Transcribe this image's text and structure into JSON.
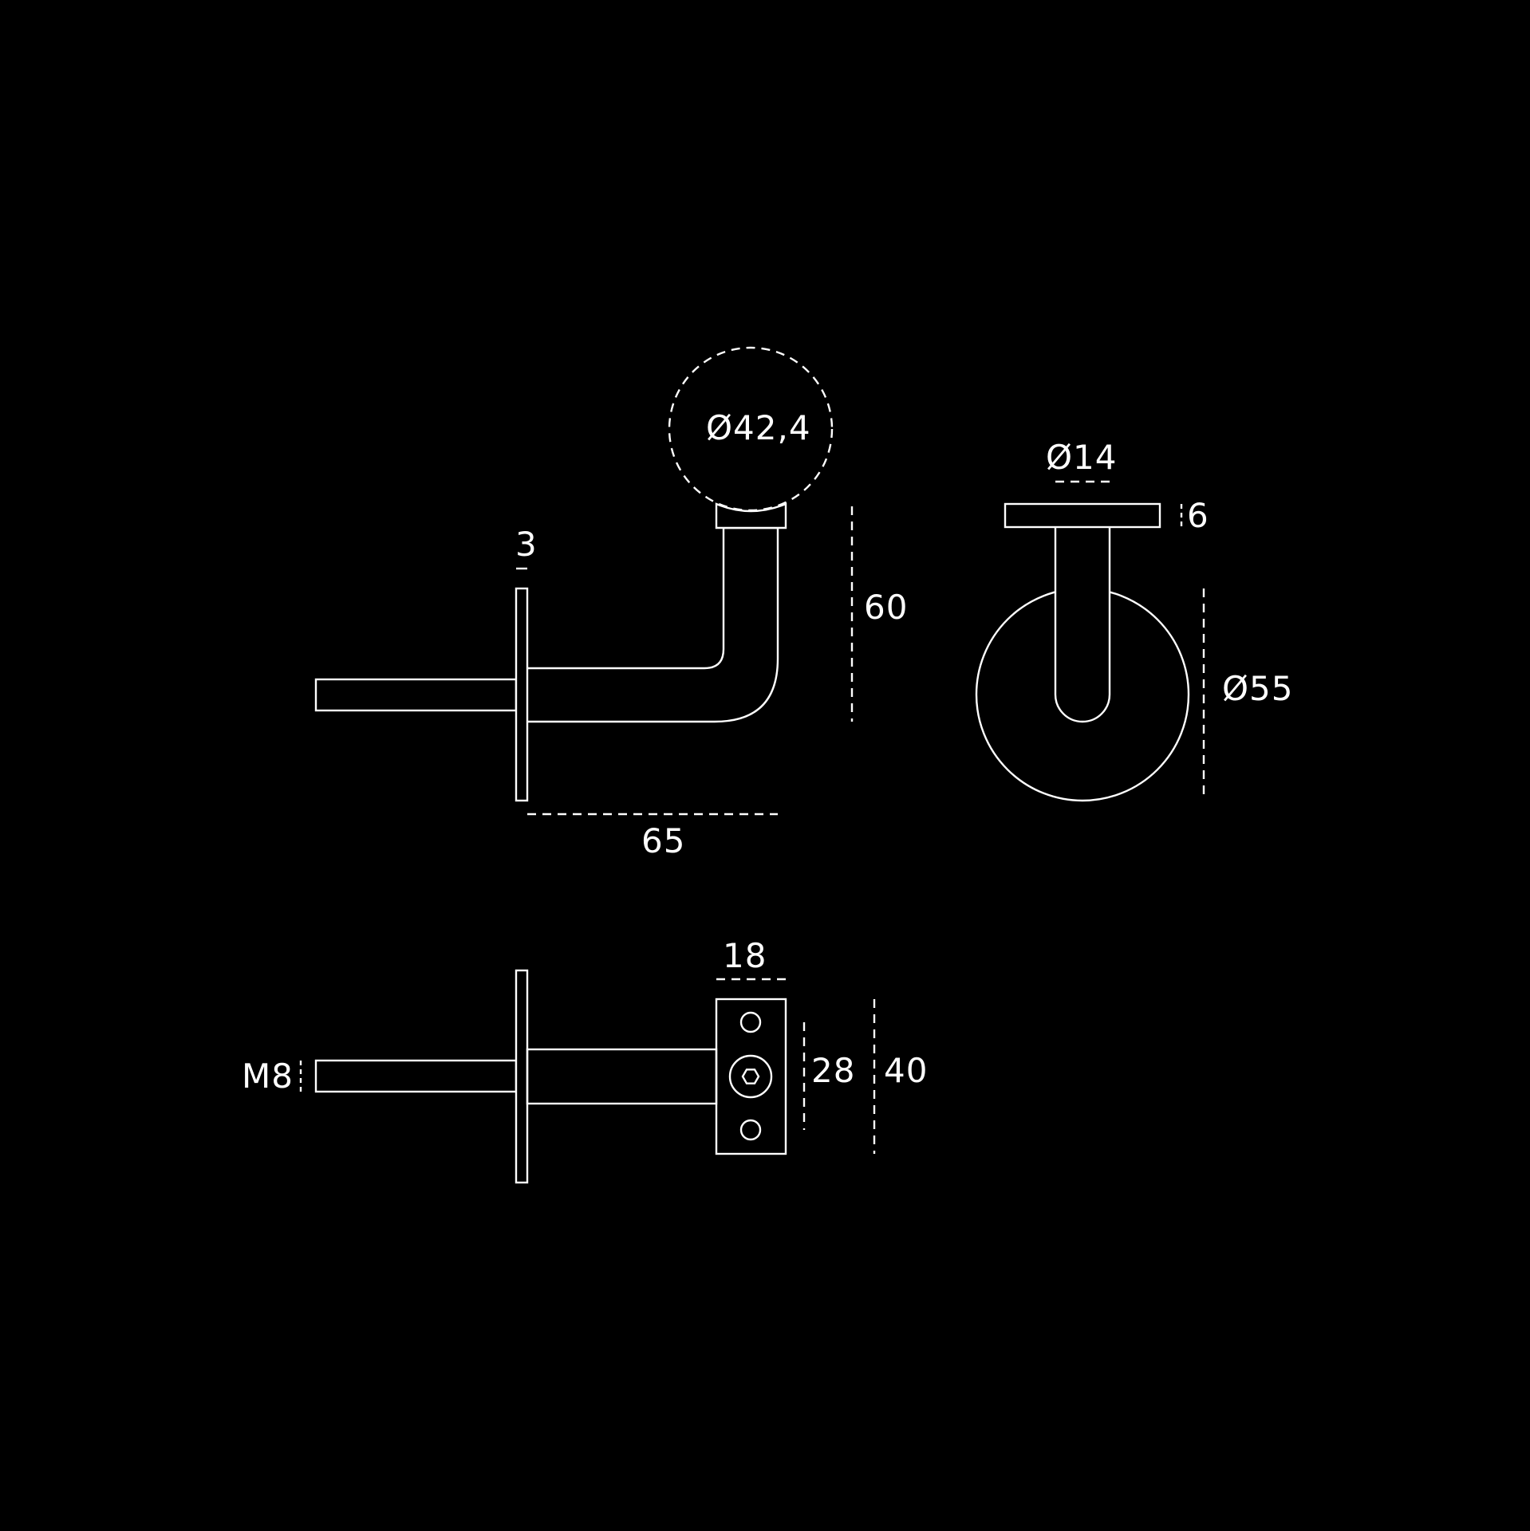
{
  "drawing": {
    "background": "#000000",
    "line_color": "#ffffff",
    "side_view": {
      "handrail_diameter": "Ø42,4",
      "flange_thickness": "3",
      "height": "60",
      "projection": "65"
    },
    "front_view": {
      "bar_diameter": "Ø14",
      "saddle_thickness": "6",
      "rosette_diameter": "Ø55"
    },
    "top_view": {
      "thread": "M8",
      "saddle_width": "18",
      "hole_spacing": "28",
      "saddle_length": "40"
    }
  }
}
